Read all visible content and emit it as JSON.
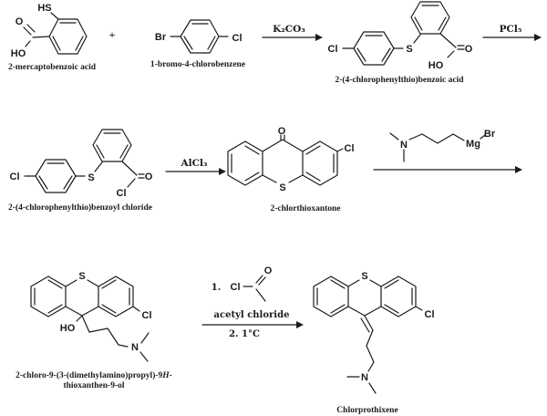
{
  "colors": {
    "ink": "#1b1b1b",
    "background": "#ffffff"
  },
  "plus": "+",
  "reagents": {
    "arrow1": "K₂CO₃",
    "arrow2": "PCl₅",
    "arrow3": "AlCl₃"
  },
  "compounds": {
    "c1": {
      "label": "2-mercaptobenzoic acid",
      "hs": "HS",
      "o": "O",
      "ho": "HO"
    },
    "c2": {
      "label": "1-bromo-4-chlorobenzene",
      "br": "Br",
      "cl": "Cl"
    },
    "c3": {
      "label": "2-(4-chlorophenylthio)benzoic acid",
      "cl": "Cl",
      "s": "S",
      "o": "O",
      "ho": "HO"
    },
    "c4": {
      "label": "2-(4-chlorophenylthio)benzoyl chloride",
      "cl": "Cl",
      "s": "S",
      "o": "O",
      "acyl_cl": "Cl"
    },
    "c5": {
      "label": "2-chlorthioxantone",
      "o": "O",
      "s": "S",
      "cl": "Cl"
    },
    "grignard": {
      "n": "N",
      "mg": "Mg",
      "br": "Br"
    },
    "c7": {
      "label_line1_pre": "2-chloro-9-(3-(dimethylamino)propyl)-9",
      "label_line1_h": "H",
      "label_line1_suffix": "-",
      "label_line2": "thioxanthen-9-ol",
      "s": "S",
      "cl": "Cl",
      "ho": "HO",
      "n": "N"
    },
    "acetyl": {
      "step1": "1.",
      "cl": "Cl",
      "o": "O",
      "label": "acetyl chloride",
      "step2": "2. 1°C"
    },
    "c8": {
      "label": "Chlorprothixene",
      "s": "S",
      "cl": "Cl",
      "n": "N"
    }
  }
}
